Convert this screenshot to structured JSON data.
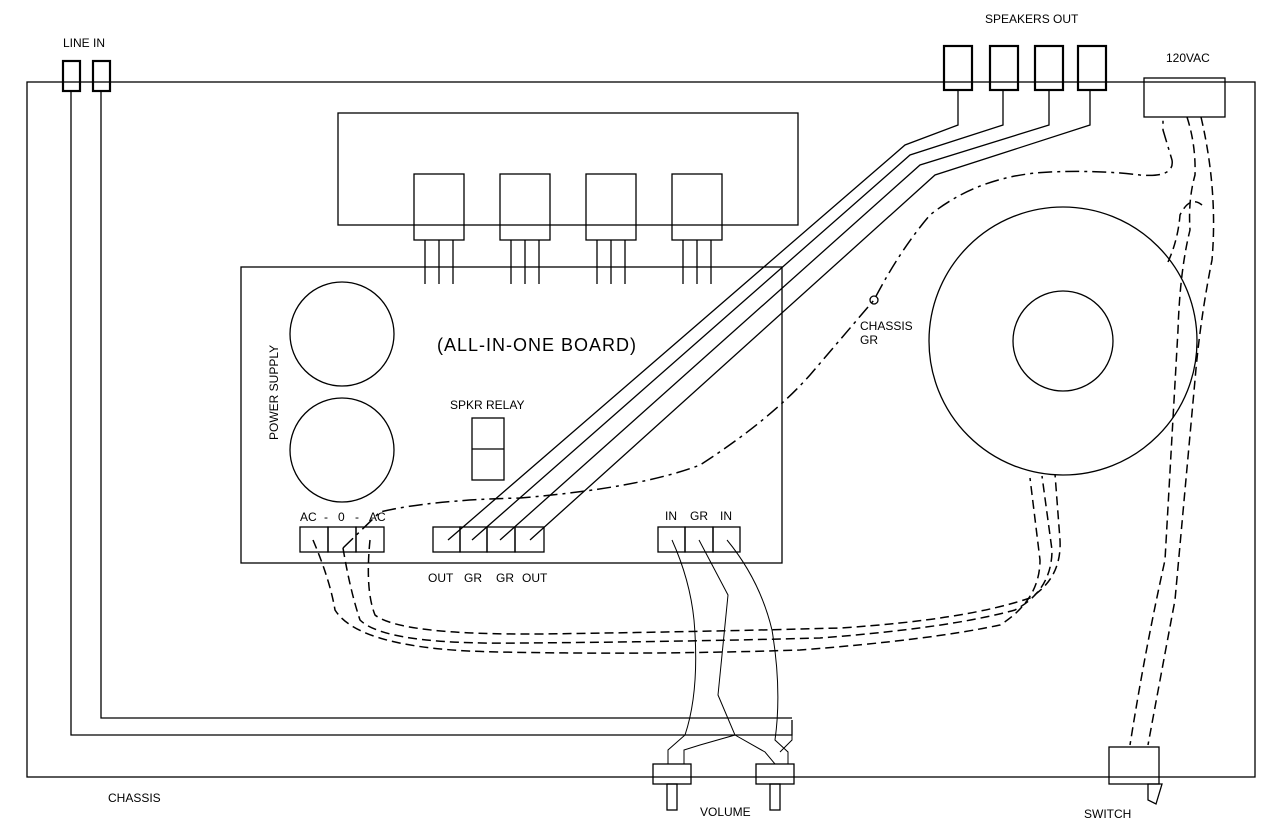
{
  "labels": {
    "line_in": "LINE IN",
    "speakers_out": "SPEAKERS OUT",
    "ac_power": "120VAC",
    "board": "(ALL-IN-ONE BOARD)",
    "power_supply": "POWER SUPPLY",
    "speaker_relay": "SPKR RELAY",
    "chassis_gr_1": "CHASSIS",
    "chassis_gr_2": "GR",
    "chassis": "CHASSIS",
    "volume": "VOLUME",
    "switch": "SWITCH"
  },
  "power_terminals": [
    "AC",
    "0",
    "AC"
  ],
  "power_terminal_separators": [
    "-",
    "-"
  ],
  "speaker_terminals": [
    "OUT",
    "GR",
    "GR",
    "OUT"
  ],
  "input_terminals": [
    "IN",
    "GR",
    "IN"
  ]
}
